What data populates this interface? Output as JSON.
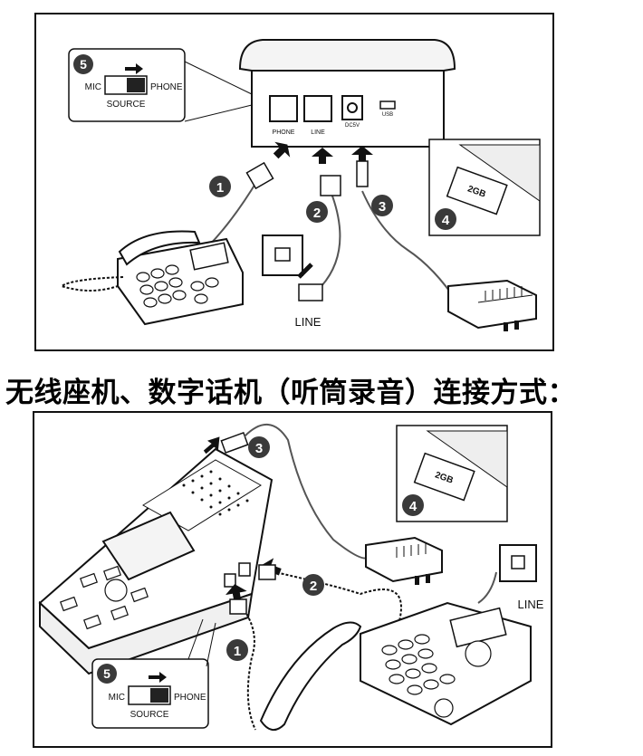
{
  "section_title": "无线座机、数字话机（听筒录音）连接方式：",
  "top_panel": {
    "switch": {
      "step": "5",
      "left_label": "MIC",
      "right_label": "PHONE",
      "caption": "SOURCE"
    },
    "ports": {
      "phone": "PHONE",
      "line": "LINE",
      "power": "DC5V",
      "usb": "USB"
    },
    "steps": [
      "1",
      "2",
      "3",
      "4"
    ],
    "sd_card": "2GB",
    "wall_label": "LINE"
  },
  "bottom_panel": {
    "switch": {
      "step": "5",
      "left_label": "MIC",
      "right_label": "PHONE",
      "caption": "SOURCE"
    },
    "steps": [
      "1",
      "2",
      "3",
      "4"
    ],
    "sd_card": "2GB",
    "wall_label": "LINE"
  },
  "colors": {
    "ink": "#111111",
    "badge": "#3a3a3a",
    "line": "#555555"
  }
}
